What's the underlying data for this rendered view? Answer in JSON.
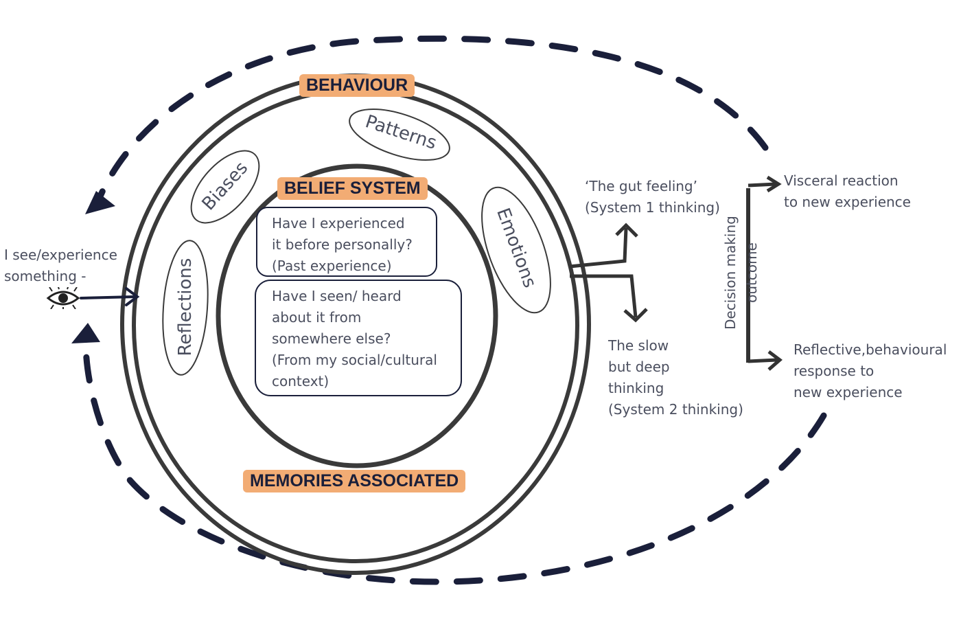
{
  "diagram": {
    "headings": {
      "behaviour": "BEHAVIOUR",
      "belief_system": "BELIEF SYSTEM",
      "memories": "MEMORIES ASSOCIATED"
    },
    "ring_bubbles": {
      "patterns": "Patterns",
      "biases": "Biases",
      "emotions": "Emotions",
      "reflections": "Reflections"
    },
    "belief_boxes": {
      "personal": [
        "Have I experienced",
        "it before personally?",
        "(Past experience)"
      ],
      "social": [
        "Have I seen/ heard",
        "about it from",
        "somewhere else?",
        "(From my social/cultural",
        "context)"
      ]
    },
    "input": [
      "I see/experience",
      "something -"
    ],
    "system1": [
      "‘The gut feeling’",
      "(System 1 thinking)"
    ],
    "system2": [
      "The slow",
      "but deep",
      "thinking",
      "(System 2 thinking)"
    ],
    "decision": [
      "Decision making",
      "outcome"
    ],
    "outcome_visceral": [
      "Visceral reaction",
      "to new experience"
    ],
    "outcome_reflective": [
      "Reflective,behavioural",
      "response to",
      "new experience"
    ],
    "colors": {
      "ink": "#1a1f3a",
      "ring": "#3a3a3a",
      "highlight": "#f2ac74",
      "text": "#4a4e5e"
    },
    "icons": {
      "eye": "eye-icon"
    }
  }
}
